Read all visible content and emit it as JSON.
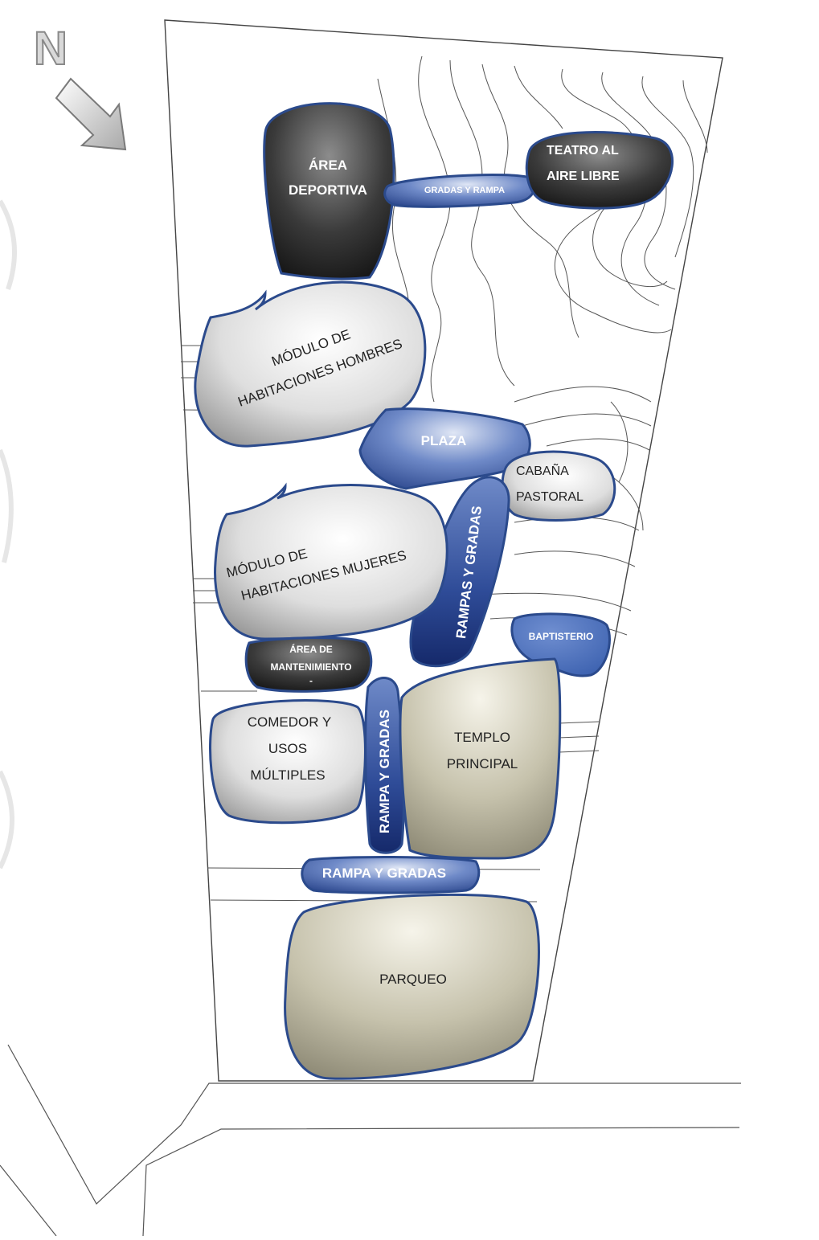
{
  "north_label": "N",
  "colors": {
    "outline": "#2b4a8c",
    "lines": "#555555",
    "dark_zone": "#2a2a2a",
    "blue_zone": "#3f5fa6",
    "gray_zone": "#9c9c9c",
    "tan_zone": "#8e8a78"
  },
  "zones": {
    "area_deportiva": [
      "ÁREA",
      "DEPORTIVA"
    ],
    "teatro": [
      "TEATRO AL",
      "AIRE LIBRE"
    ],
    "gradas_rampa": "GRADAS Y RAMPA",
    "modulo_hombres": [
      "MÓDULO DE",
      "HABITACIONES HOMBRES"
    ],
    "plaza": "PLAZA",
    "cabana": [
      "CABAÑA",
      "PASTORAL"
    ],
    "rampas_gradas_vertical": "RAMPAS Y GRADAS",
    "modulo_mujeres": [
      "MÓDULO DE",
      "HABITACIONES MUJERES"
    ],
    "mantenimiento": [
      "ÁREA DE",
      "MANTENIMIENTO",
      "-"
    ],
    "baptisterio": "BAPTISTERIO",
    "comedor": [
      "COMEDOR Y",
      "USOS",
      "MÚLTIPLES"
    ],
    "rampa_gradas_vertical": "RAMPA Y GRADAS",
    "templo": [
      "TEMPLO",
      "PRINCIPAL"
    ],
    "rampa_gradas_horizontal": "RAMPA Y GRADAS",
    "parqueo": "PARQUEO"
  }
}
